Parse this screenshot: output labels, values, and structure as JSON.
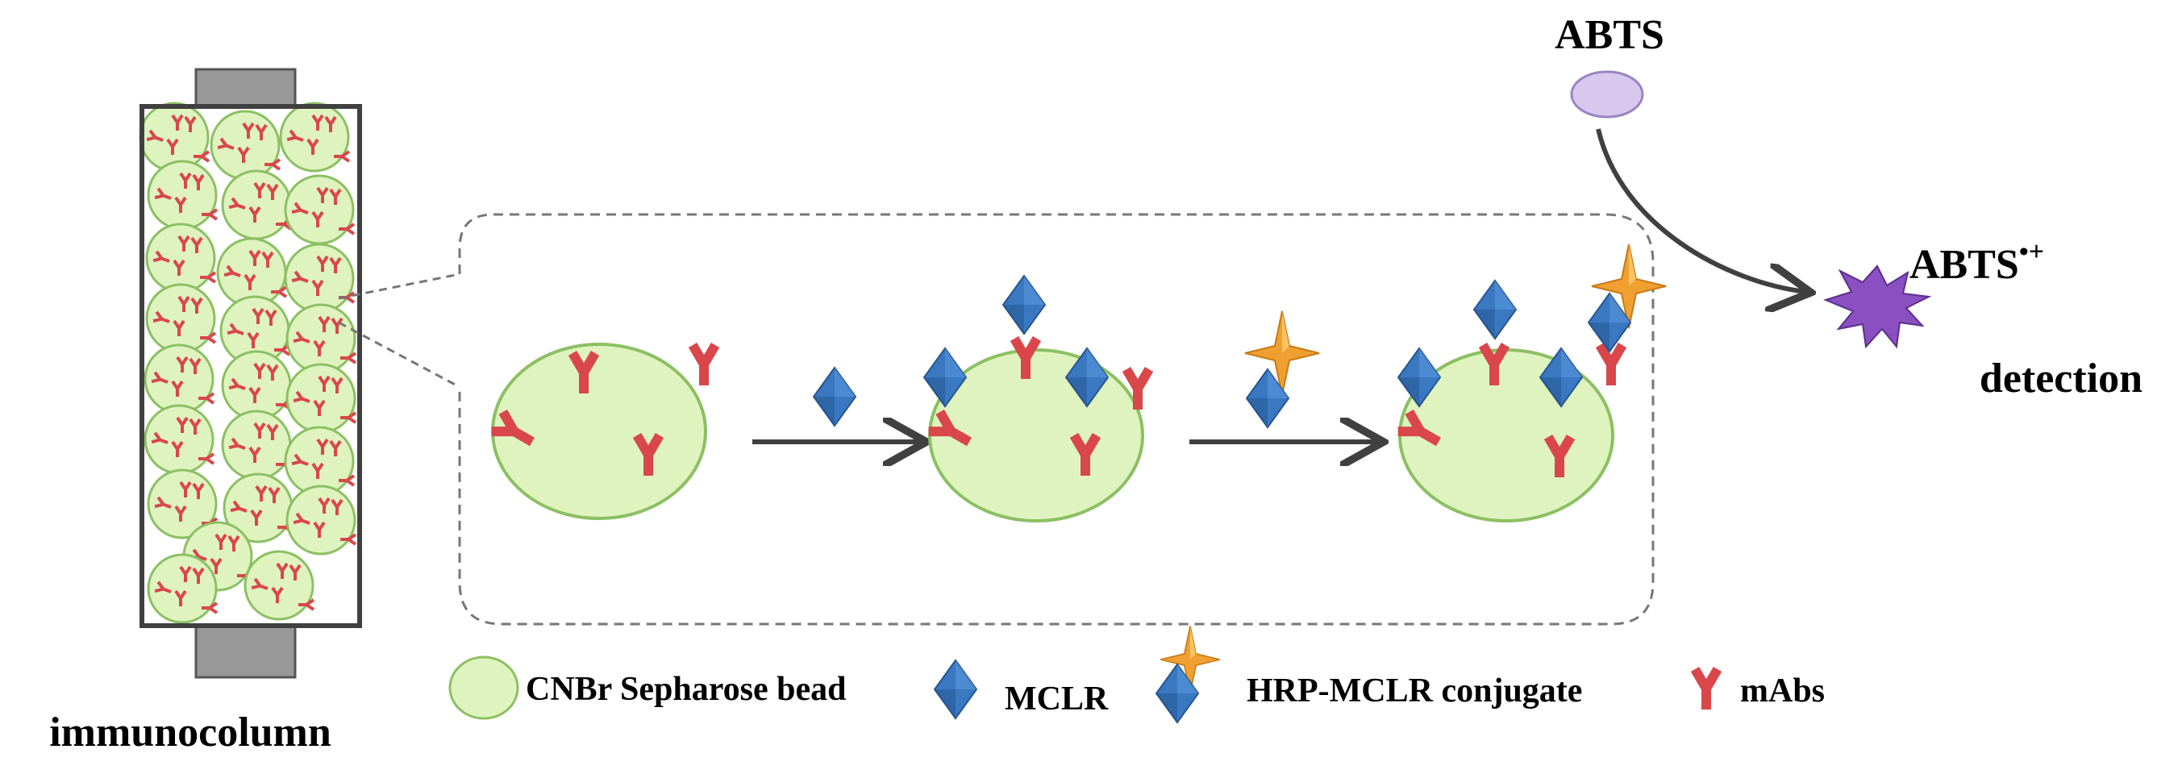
{
  "labels": {
    "immunocolumn": "immunocolumn",
    "abts": "ABTS",
    "abts_radical": "ABTS",
    "abts_radical_superscript": "•+",
    "detection": "detection"
  },
  "legend": {
    "bead": "CNBr Sepharose bead",
    "mclr": "MCLR",
    "conjugate": "HRP-MCLR conjugate",
    "mabs": "mAbs"
  },
  "colors": {
    "bead_fill": "#dff3bf",
    "bead_stroke": "#8cc063",
    "antibody": "#d9474b",
    "mclr_fill": "#3a78c2",
    "mclr_dark": "#27568f",
    "hrp_orange": "#f0a030",
    "abts_fill": "#d9c8ee",
    "abts_radical": "#8a4fc0",
    "column_cap": "#999999",
    "arrow": "#404040",
    "dashed_outline": "#777777"
  },
  "icons": [
    "antibody-y-icon",
    "mclr-diamond-icon",
    "hrp-star-icon",
    "abts-ellipse-icon",
    "abts-radical-burst-icon"
  ]
}
